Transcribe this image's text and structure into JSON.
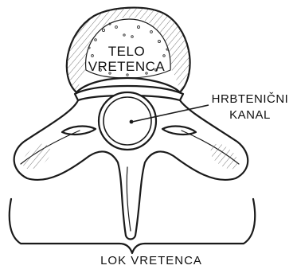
{
  "labels": {
    "vertebral_body": [
      "TELO",
      "VRETENCA"
    ],
    "spinal_canal": [
      "HRBTENIČNI",
      "KANAL"
    ],
    "vertebral_arch": "LOK VRETENCA"
  },
  "icons": [
    "vertebra-illustration",
    "pointer-arrow",
    "brace-bracket"
  ]
}
